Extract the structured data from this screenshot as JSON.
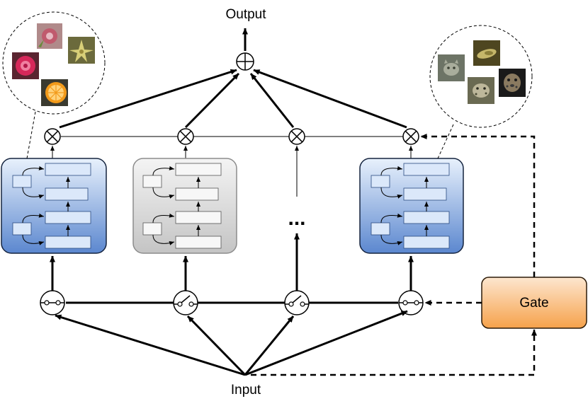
{
  "labels": {
    "output": "Output",
    "input": "Input",
    "gate": "Gate",
    "ellipsis": "..."
  },
  "colors": {
    "expert_active_top": "#e8f1fc",
    "expert_active_bottom": "#5b87cf",
    "expert_active_stroke": "#15243f",
    "expert_inactive_top": "#f2f2f2",
    "expert_inactive_bottom": "#c9c9c9",
    "expert_inactive_stroke": "#8c8c8c",
    "gate_top": "#fde6cf",
    "gate_bottom": "#f6a24b",
    "gate_stroke": "#2b1a08",
    "line": "#000000"
  },
  "thumbnails_left": [
    {
      "name": "flower-pink-white",
      "colors": [
        "#c05a6d",
        "#e6b9c1",
        "#6a8a3c"
      ]
    },
    {
      "name": "flower-yellow",
      "colors": [
        "#9a8a3a",
        "#d8cf78",
        "#5f5a2a"
      ]
    },
    {
      "name": "flower-red-rose",
      "colors": [
        "#d6285a",
        "#f07fa0",
        "#5a2430"
      ]
    },
    {
      "name": "orange-fruit",
      "colors": [
        "#f29a1a",
        "#ffd27a",
        "#3a3a30"
      ]
    }
  ],
  "thumbnails_right": [
    {
      "name": "animal-cat-grey",
      "colors": [
        "#6d7466",
        "#a9ad9c",
        "#3a3f33"
      ]
    },
    {
      "name": "animal-lizard",
      "colors": [
        "#8c7f3a",
        "#c6b76a",
        "#4e4620"
      ]
    },
    {
      "name": "animal-leopard",
      "colors": [
        "#8a8a6a",
        "#bdb79a",
        "#4a4a34"
      ]
    },
    {
      "name": "animal-jaguar",
      "colors": [
        "#3a3a3a",
        "#8a7a60",
        "#1a1a1a"
      ]
    }
  ]
}
